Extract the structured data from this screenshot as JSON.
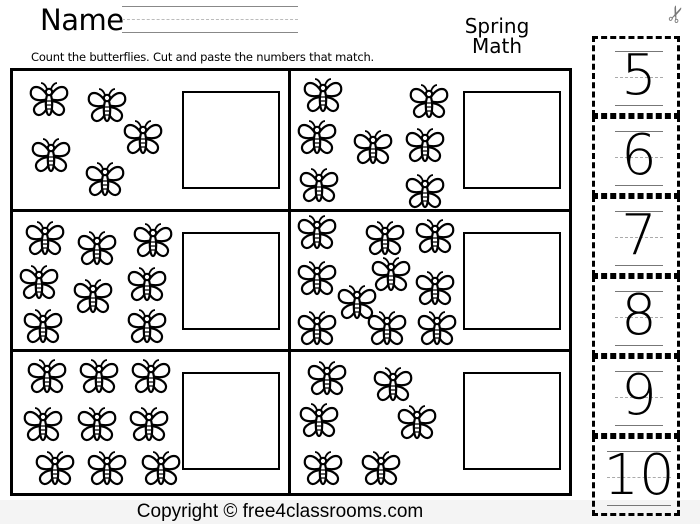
{
  "header": {
    "name_label": "Name",
    "instructions": "Count the butterflies.  Cut and paste the numbers that match.",
    "title_line1": "Spring",
    "title_line2": "Math"
  },
  "panels": [
    {
      "id": 1,
      "butterfly_count": 5,
      "answer_box": ""
    },
    {
      "id": 2,
      "butterfly_count": 7,
      "answer_box": ""
    },
    {
      "id": 3,
      "butterfly_count": 8,
      "answer_box": ""
    },
    {
      "id": 4,
      "butterfly_count": 10,
      "answer_box": ""
    },
    {
      "id": 5,
      "butterfly_count": 9,
      "answer_box": ""
    },
    {
      "id": 6,
      "butterfly_count": 6,
      "answer_box": ""
    }
  ],
  "cutouts": [
    "5",
    "6",
    "7",
    "8",
    "9",
    "10"
  ],
  "icons": {
    "scissors": "scissors-icon",
    "butterfly": "butterfly-icon"
  },
  "footer": {
    "copyright": "Copyright © free4classrooms.com"
  }
}
